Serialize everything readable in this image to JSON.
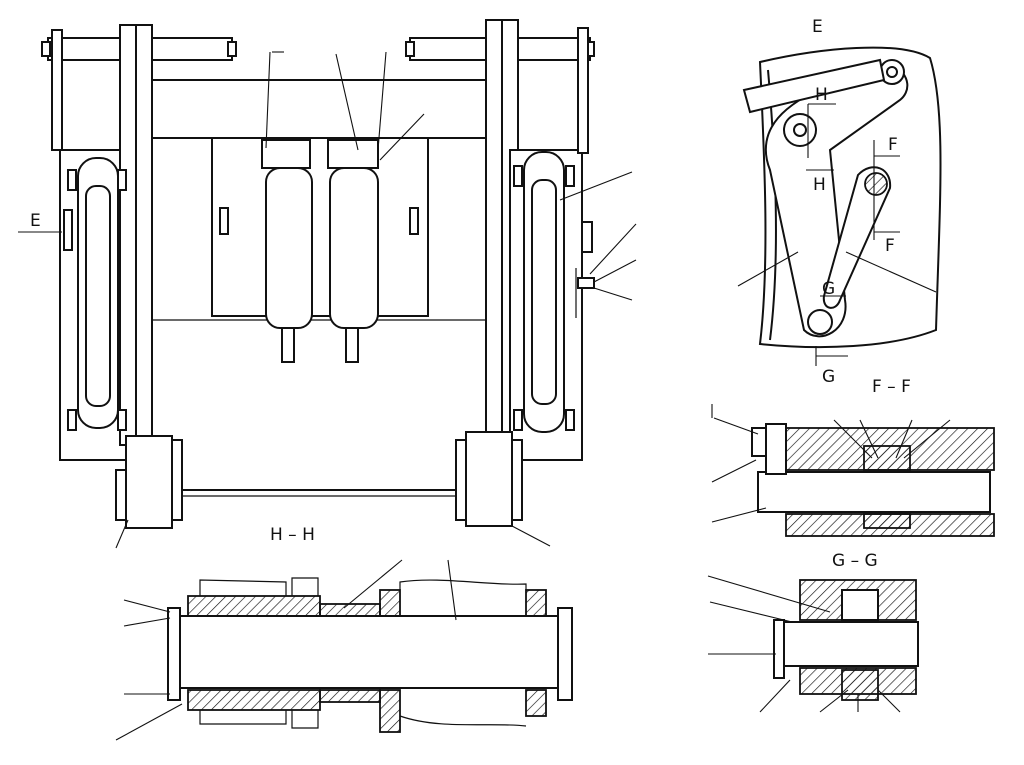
{
  "views": {
    "detail_e": "E",
    "section_ff": "F – F",
    "section_gg": "G – G",
    "section_hh": "H – H"
  },
  "markers": {
    "view_arrow_e": "E",
    "cut_h_top": "H",
    "cut_h_bottom": "H",
    "cut_f_top": "F",
    "cut_f_bottom": "F",
    "cut_g_top": "G",
    "cut_g_bottom": "G"
  },
  "colors": {
    "ink": "#111111",
    "paper": "#ffffff"
  }
}
